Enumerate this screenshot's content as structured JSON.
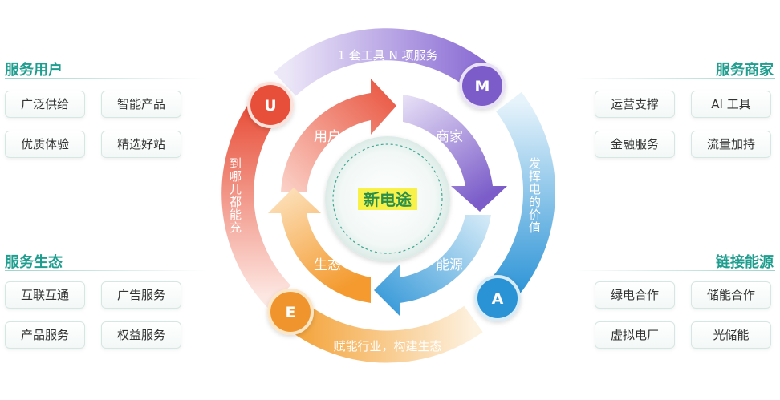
{
  "center": {
    "label": "新电途"
  },
  "outer_ring": {
    "top_text": "1 套工具 N 项服务",
    "right_text": "发挥电的价值",
    "bottom_text": "赋能行业，构建生态",
    "left_text": "到哪儿都能充"
  },
  "badges": {
    "u": "U",
    "m": "M",
    "a": "A",
    "e": "E"
  },
  "inner_segments": {
    "users": "用户",
    "merchants": "商家",
    "energy": "能源",
    "ecology": "生态"
  },
  "panels": {
    "serve_users": {
      "title": "服务用户",
      "items": [
        "广泛供给",
        "智能产品",
        "优质体验",
        "精选好站"
      ]
    },
    "serve_ecology": {
      "title": "服务生态",
      "items": [
        "互联互通",
        "广告服务",
        "产品服务",
        "权益服务"
      ]
    },
    "serve_merchants": {
      "title": "服务商家",
      "items": [
        "运营支撑",
        "AI 工具",
        "金融服务",
        "流量加持"
      ]
    },
    "link_energy": {
      "title": "链接能源",
      "items": [
        "绿电合作",
        "储能合作",
        "虚拟电厂",
        "光储能"
      ]
    }
  },
  "colors": {
    "user_red": "#e8503a",
    "merchant_purple": "#7b5cc9",
    "energy_blue": "#2b93d6",
    "ecology_orange": "#f0952d",
    "panel_title": "#1f9e8f",
    "center_text": "#2a8f4a",
    "center_highlight": "#f7f14a"
  }
}
